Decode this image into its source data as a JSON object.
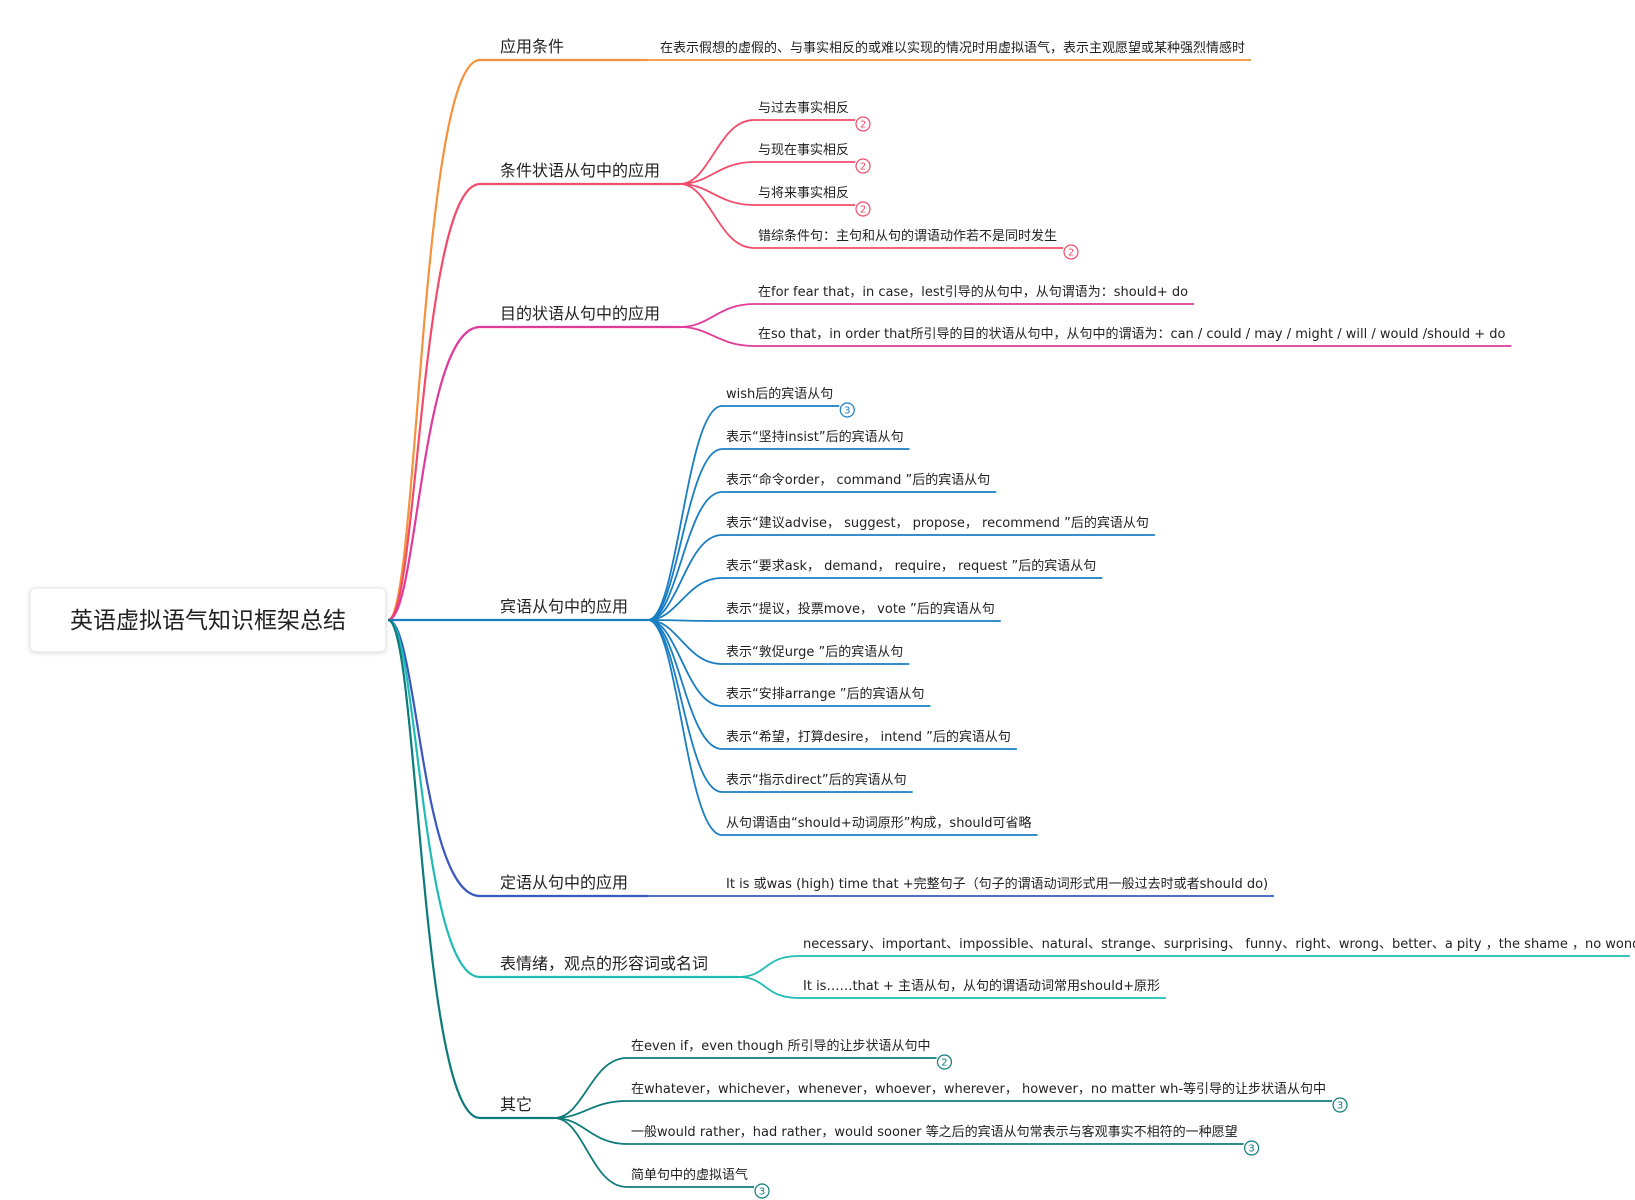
{
  "root": {
    "label": "英语虚拟语气知识框架总结"
  },
  "branches": [
    {
      "label": "应用条件",
      "color": "#f5923e",
      "children": [
        {
          "text": "在表示假想的虚假的、与事实相反的或难以实现的情况时用虚拟语气，表示主观愿望或某种强烈情感时"
        }
      ]
    },
    {
      "label": "条件状语从句中的应用",
      "color": "#f24b6a",
      "children": [
        {
          "text": "与过去事实相反",
          "badge": "2"
        },
        {
          "text": "与现在事实相反",
          "badge": "2"
        },
        {
          "text": "与将来事实相反",
          "badge": "2"
        },
        {
          "text": "错综条件句：主句和从句的谓语动作若不是同时发生",
          "badge": "2"
        }
      ]
    },
    {
      "label": "目的状语从句中的应用",
      "color": "#e03a9a",
      "children": [
        {
          "text": "在for fear that，in case，lest引导的从句中，从句谓语为：should+ do"
        },
        {
          "text": "在so that，in order that所引导的目的状语从句中，从句中的谓语为：can / could / may / might / will / would /should + do"
        }
      ]
    },
    {
      "label": "宾语从句中的应用",
      "color": "#1a7ec2",
      "children": [
        {
          "text": "wish后的宾语从句",
          "badge": "3"
        },
        {
          "text": "表示“坚持insist”后的宾语从句"
        },
        {
          "text": "表示“命令order， command ”后的宾语从句"
        },
        {
          "text": "表示“建议advise， suggest， propose， recommend ”后的宾语从句"
        },
        {
          "text": "表示“要求ask， demand， require， request ”后的宾语从句"
        },
        {
          "text": "表示“提议，投票move， vote ”后的宾语从句"
        },
        {
          "text": "表示“敦促urge ”后的宾语从句"
        },
        {
          "text": "表示“安排arrange ”后的宾语从句"
        },
        {
          "text": "表示“希望，打算desire， intend ”后的宾语从句"
        },
        {
          "text": "表示“指示direct”后的宾语从句"
        },
        {
          "text": "从句谓语由“should+动词原形”构成，should可省略"
        }
      ]
    },
    {
      "label": "定语从句中的应用",
      "color": "#3a58c0",
      "children": [
        {
          "text": "It is 或was (high) time that +完整句子（句子的谓语动词形式用一般过去时或者should do)"
        }
      ]
    },
    {
      "label": "表情绪，观点的形容词或名词",
      "color": "#1fbcb4",
      "children": [
        {
          "text": "necessary、important、impossible、natural、strange、surprising、 funny、right、wrong、better、a pity ，the shame ，no wonde"
        },
        {
          "text": "It is……that + 主语从句，从句的谓语动词常用should+原形"
        }
      ]
    },
    {
      "label": "其它",
      "color": "#0e7b7b",
      "children": [
        {
          "text": "在even if，even though 所引导的让步状语从句中",
          "badge": "2"
        },
        {
          "text": "在whatever，whichever，whenever，whoever，wherever， however，no matter wh-等引导的让步状语从句中",
          "badge": "3"
        },
        {
          "text": "一般would rather，had rather，would sooner 等之后的宾语从句常表示与客观事实不相符的一种愿望",
          "badge": "3"
        },
        {
          "text": "简单句中的虚拟语气",
          "badge": "3"
        }
      ]
    }
  ]
}
